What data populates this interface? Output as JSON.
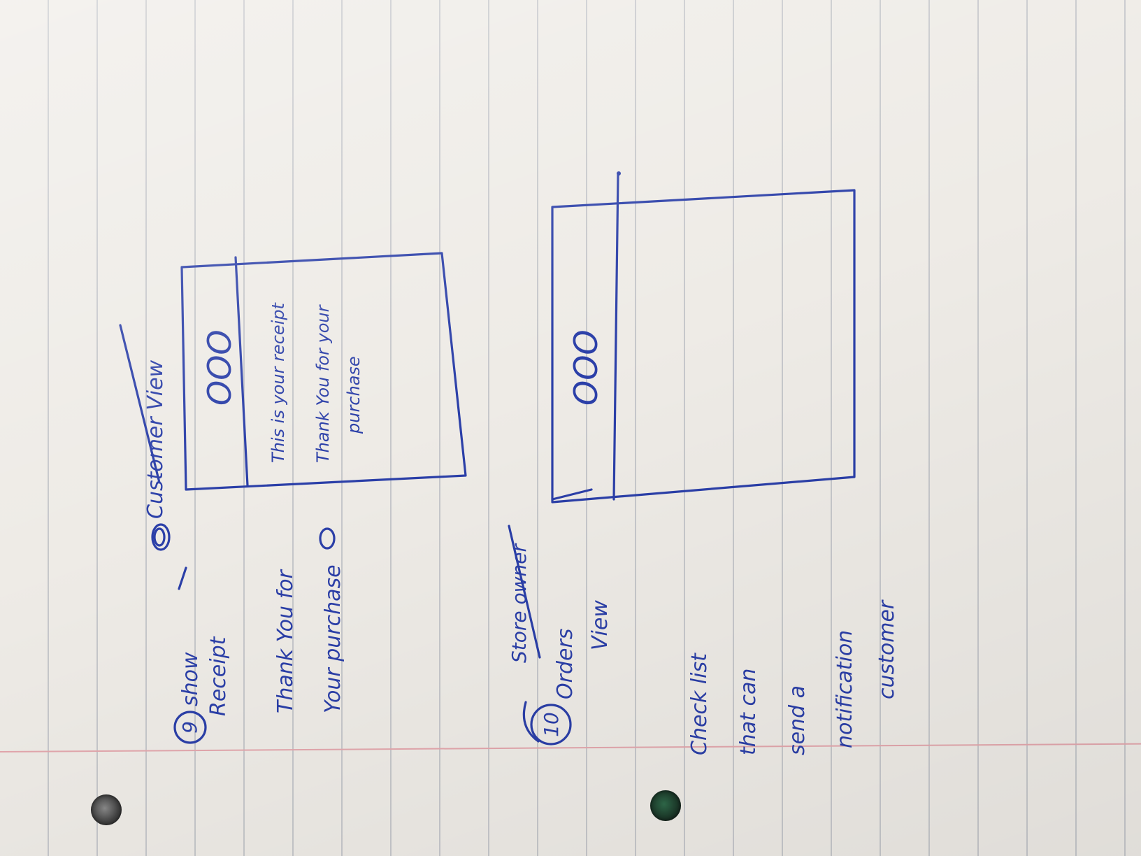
{
  "colors": {
    "ink": "#2b3fa8",
    "paper": "#eeebe6",
    "rule_line": "#a5aab4",
    "margin_line": "#e3a7ad"
  },
  "step_9": {
    "number": "9",
    "title_line1": "show",
    "title_line2": "Receipt",
    "view_label": "Customer View",
    "note_line1": "Thank You for",
    "note_line2": "Your purchase",
    "wireframe": {
      "header_dots": "OOO",
      "receipt_text": "This is your receipt",
      "thanks_line1": "Thank You for your",
      "thanks_line2": "purchase"
    }
  },
  "step_10": {
    "number": "10",
    "owner_label": "Store owner",
    "title_line1": "Orders",
    "title_line2": "View",
    "note_line1": "Check list",
    "note_line2": "that can",
    "note_line3": "send a",
    "note_line4": "notification",
    "note_line5": "customer",
    "wireframe": {
      "header_dots": "OOO"
    }
  }
}
